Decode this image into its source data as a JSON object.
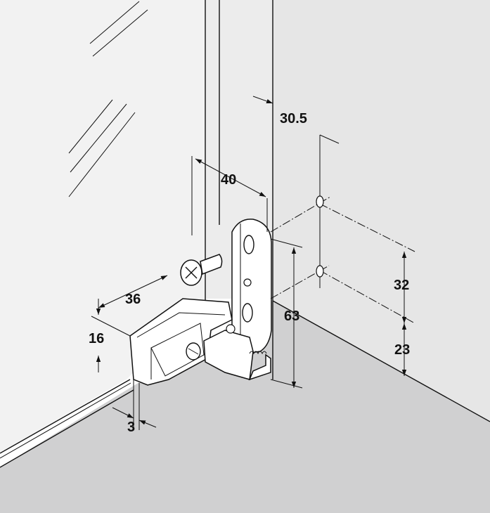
{
  "colors": {
    "glass": "#f2f2f2",
    "wall": "#e6e6e6",
    "floor": "#d0d0d1",
    "edge": "#ececec",
    "part": "#ffffff",
    "line": "#111111"
  },
  "dimensions": {
    "d30_5": "30.5",
    "d40": "40",
    "d36": "36",
    "d16": "16",
    "d32": "32",
    "d63": "63",
    "d23": "23",
    "d3": "3"
  }
}
